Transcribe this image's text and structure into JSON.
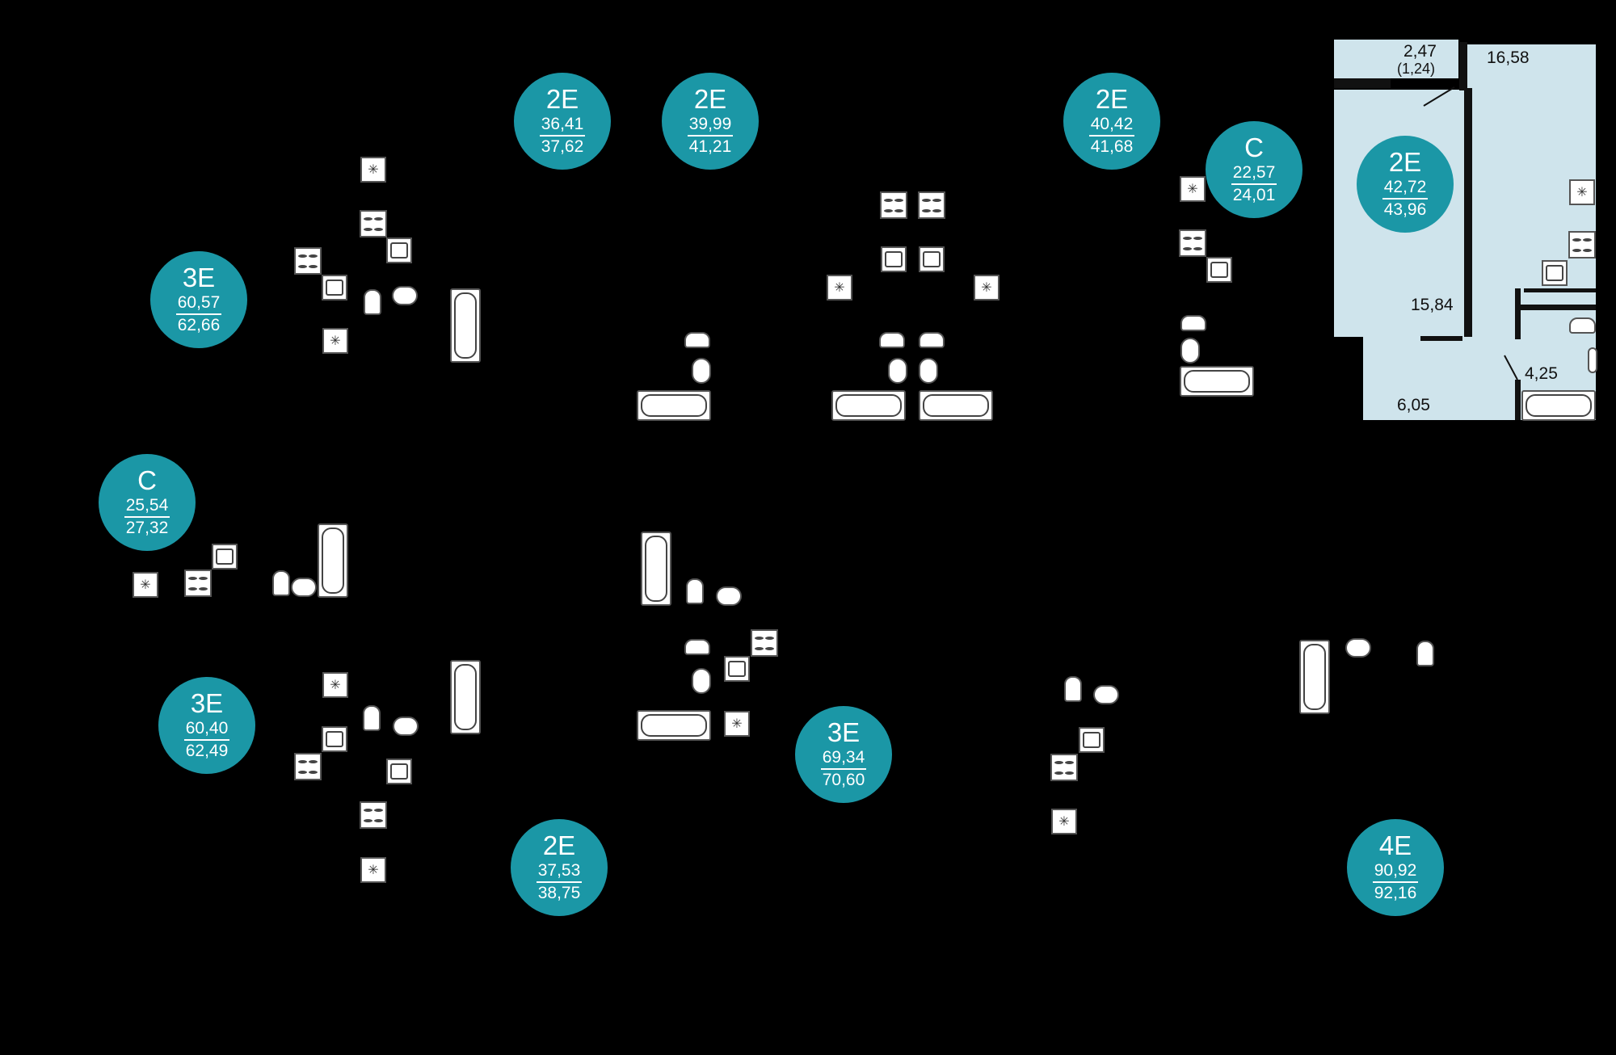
{
  "colors": {
    "background": "#000000",
    "badge": "#1b97a6",
    "badge_text": "#ffffff",
    "highlight_room": "#cfe4ec",
    "wall": "#111111"
  },
  "apartments": [
    {
      "type": "2E",
      "living": "36,41",
      "total": "37,62"
    },
    {
      "type": "2E",
      "living": "39,99",
      "total": "41,21"
    },
    {
      "type": "2E",
      "living": "40,42",
      "total": "41,68"
    },
    {
      "type": "C",
      "living": "22,57",
      "total": "24,01"
    },
    {
      "type": "2E",
      "living": "42,72",
      "total": "43,96"
    },
    {
      "type": "3E",
      "living": "60,57",
      "total": "62,66"
    },
    {
      "type": "C",
      "living": "25,54",
      "total": "27,32"
    },
    {
      "type": "3E",
      "living": "60,40",
      "total": "62,49"
    },
    {
      "type": "3E",
      "living": "69,34",
      "total": "70,60"
    },
    {
      "type": "2E",
      "living": "37,53",
      "total": "38,75"
    },
    {
      "type": "4E",
      "living": "90,92",
      "total": "92,16"
    }
  ],
  "highlighted_unit": {
    "balcony_area": "2,47",
    "balcony_area_reduced": "(1,24)",
    "room_area": "16,58",
    "kitchen_area": "15,84",
    "bathroom_area": "4,25",
    "hall_area": "6,05"
  },
  "fixtures": [
    "vent-icon",
    "stove-icon",
    "sink-icon",
    "toilet-icon",
    "washbasin-icon",
    "bathtub-icon"
  ]
}
